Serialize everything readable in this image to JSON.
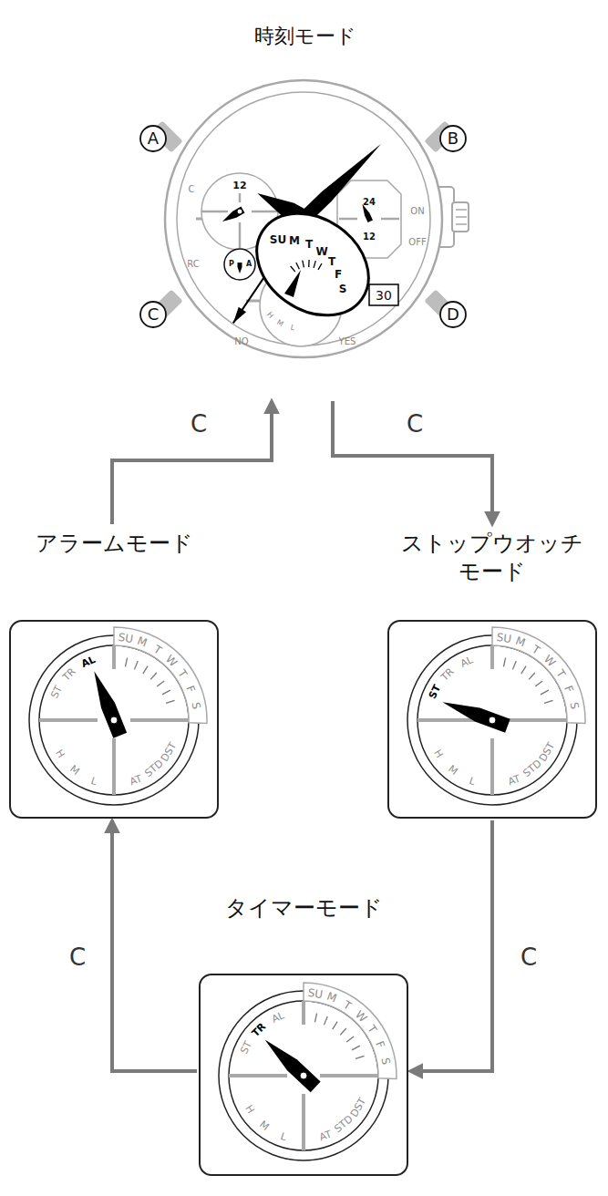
{
  "diagram": {
    "nodes": [
      {
        "text": [
          "時刻モード"
        ]
      },
      {
        "text": [
          "アラームモード"
        ]
      },
      {
        "text": [
          "ストップウオッチ モード"
        ]
      },
      {
        "text": [
          "タイマーモード"
        ]
      }
    ],
    "edges": [
      {
        "from": 0,
        "to": 2,
        "arrow": "to",
        "label": "C"
      },
      {
        "from": 2,
        "to": 3,
        "arrow": "to",
        "label": "C"
      },
      {
        "from": 3,
        "to": 1,
        "arrow": "to",
        "label": "C"
      },
      {
        "from": 1,
        "to": 0,
        "arrow": "to",
        "label": "C"
      }
    ],
    "labels": [
      "A",
      "B",
      "C",
      "D",
      "C",
      "RC",
      "12",
      "24",
      "12",
      "ON",
      "OFF",
      "P",
      "A",
      "SU",
      "M",
      "T",
      "W",
      "T",
      "F",
      "S",
      "30",
      "H",
      "M",
      "L",
      "NO",
      "YES",
      "SU",
      "M",
      "T",
      "W",
      "T",
      "F",
      "S",
      "ST",
      "TR",
      "AL",
      "H",
      "M",
      "L",
      "AT",
      "STD",
      "DST",
      "SU",
      "M",
      "T",
      "W",
      "T",
      "F",
      "S",
      "ST",
      "TR",
      "AL",
      "H",
      "M",
      "L",
      "AT",
      "STD",
      "DST",
      "SU",
      "M",
      "T",
      "W",
      "T",
      "F",
      "S",
      "ST",
      "TR",
      "AL",
      "H",
      "M",
      "L",
      "AT",
      "STD",
      "DST"
    ]
  }
}
